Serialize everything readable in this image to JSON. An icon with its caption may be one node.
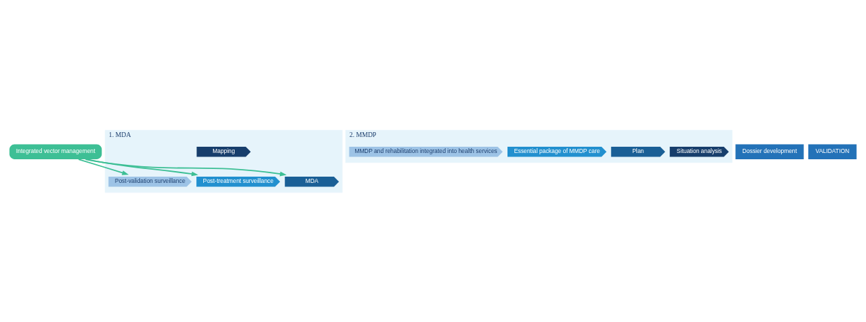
{
  "diagram": {
    "nodes": [
      {
        "text": [
          "Integrated vector management"
        ]
      },
      {
        "text": [
          "1. MDA"
        ]
      },
      {
        "text": [
          "Mapping"
        ],
        "in": 1
      },
      {
        "text": [
          "MDA"
        ],
        "in": 1
      },
      {
        "text": [
          "Post-treatment surveillance"
        ],
        "in": 1
      },
      {
        "text": [
          "Post-validation surveillance"
        ],
        "in": 1
      },
      {
        "text": [
          "2. MMDP"
        ]
      },
      {
        "text": [
          "Situation analysis"
        ],
        "in": 6
      },
      {
        "text": [
          "Plan"
        ],
        "in": 6
      },
      {
        "text": [
          "Essential package of MMDP care"
        ],
        "in": 6
      },
      {
        "text": [
          "MMDP and rehabilitation integrated into health services"
        ],
        "in": 6
      },
      {
        "text": [
          "Dossier development"
        ]
      },
      {
        "text": [
          "VALIDATION"
        ]
      }
    ],
    "edges": [
      {
        "from": 0,
        "to": 3,
        "arrow": "to"
      },
      {
        "from": 0,
        "to": 4,
        "arrow": "to"
      },
      {
        "from": 0,
        "to": 5,
        "arrow": "to"
      }
    ]
  }
}
